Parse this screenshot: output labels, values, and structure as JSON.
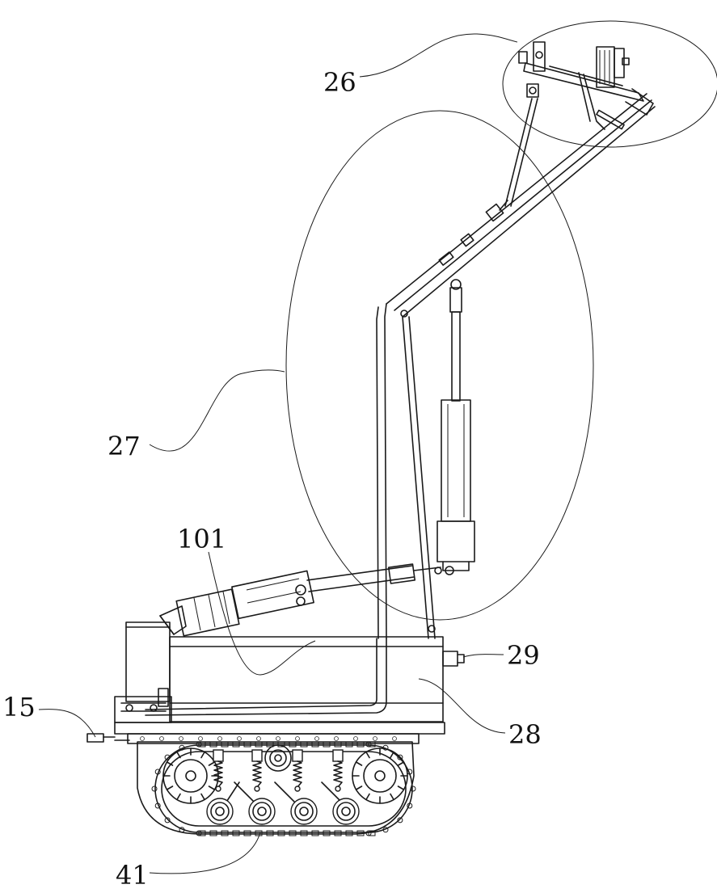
{
  "labels": {
    "l26": "26",
    "l27": "27",
    "l101": "101",
    "l29": "29",
    "l15": "15",
    "l28": "28",
    "l41": "41"
  },
  "colors": {
    "line": "#1a1a1a",
    "background": "#ffffff"
  }
}
